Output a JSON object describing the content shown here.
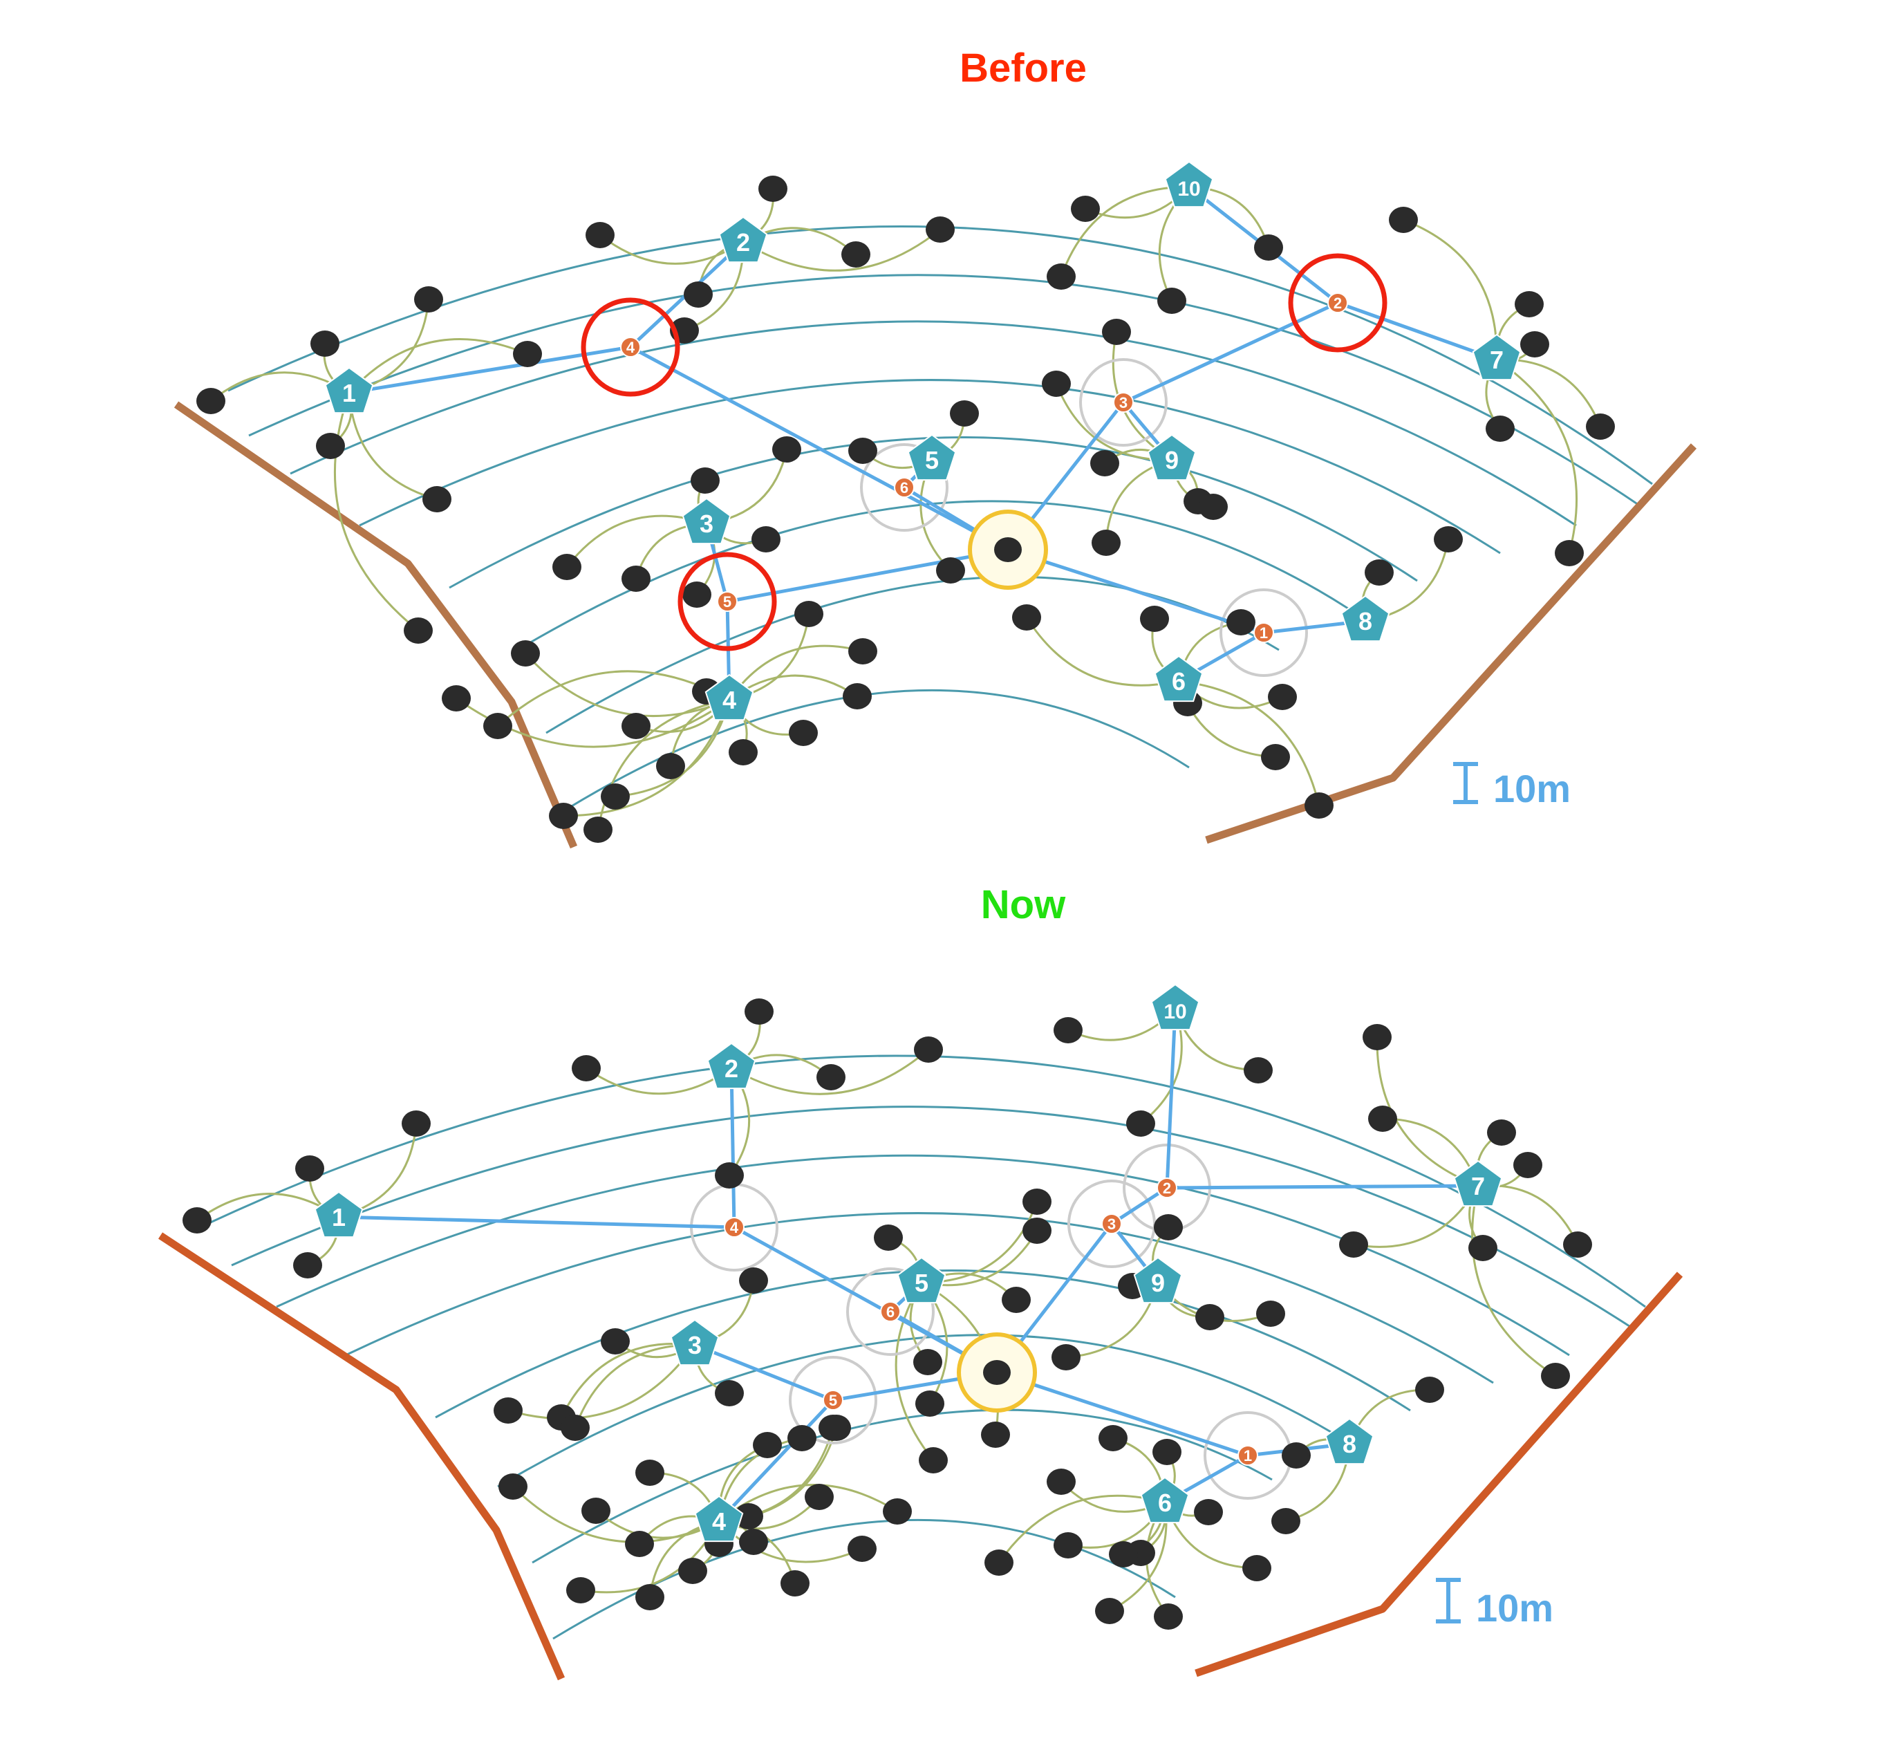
{
  "panels": [
    {
      "title": "Before",
      "title_color": "#ff2a00",
      "boundary_color": "#b5764a",
      "scale_label": "10m",
      "gateways": [
        "1",
        "2",
        "3",
        "4",
        "5",
        "6",
        "7",
        "8",
        "9",
        "10"
      ],
      "relays": [
        "1",
        "2",
        "3",
        "4",
        "5",
        "6"
      ],
      "highlighted_relays": [
        "2",
        "4",
        "5"
      ]
    },
    {
      "title": "Now",
      "title_color": "#22e010",
      "boundary_color": "#cf5a26",
      "scale_label": "10m",
      "gateways": [
        "1",
        "2",
        "3",
        "4",
        "5",
        "6",
        "7",
        "8",
        "9",
        "10"
      ],
      "relays": [
        "1",
        "2",
        "3",
        "4",
        "5",
        "6"
      ],
      "highlighted_relays": []
    }
  ],
  "colors": {
    "gateway": "#3fa6b8",
    "relay": "#e0703a",
    "link": "#5aaae6",
    "contour": "#4a9aac",
    "sensor": "#2b2b2b",
    "sensor_link": "#a8b66a",
    "sink_ring": "#f2c230",
    "highlight_ring": "#ee2211",
    "coverage_ring": "#cccccc",
    "scale": "#5aaae6"
  }
}
